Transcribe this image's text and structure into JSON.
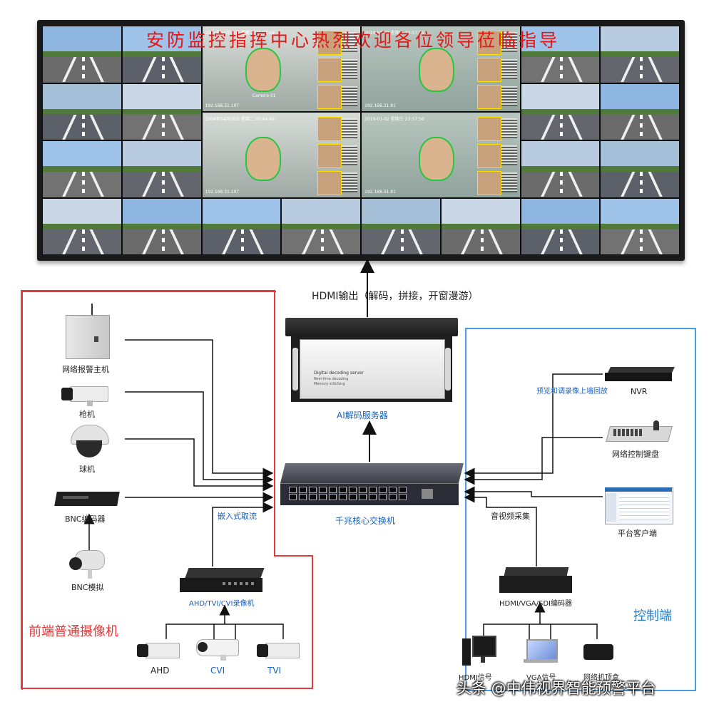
{
  "banner": "安防监控指挥中心热烈欢迎各位领导莅临指导",
  "hdmi_label": "HDMI输出（解码，拼接，开窗漫游）",
  "server": {
    "label": "AI解码服务器",
    "panel_line1": "Digital decoding server",
    "panel_line2": "Real-time decoding",
    "panel_line3": "Memory stitching"
  },
  "switch_label": "千兆核心交换机",
  "front": {
    "title": "前端普通摄像机",
    "alarm_host": "网络报警主机",
    "gun_camera": "枪机",
    "dome_camera": "球机",
    "bnc_encoder": "BNC编码器",
    "bnc_analog": "BNC模拟",
    "embedded_stream": "嵌入式取流",
    "recorder": "AHD/TVI/CVI录像机",
    "ahd": "AHD",
    "cvi": "CVI",
    "tvi": "TVI"
  },
  "control": {
    "title": "控制端",
    "nvr": "NVR",
    "nvr_note": "预览和调录像上墙回放",
    "keyboard": "网络控制键盘",
    "client": "平台客户端",
    "av_capture": "音视频采集",
    "encoder": "HDMI/VGA/SDI编码器",
    "hdmi_signal": "HDMI信号",
    "vga_signal": "VGA信号",
    "tv_box": "网络机顶盒"
  },
  "overlay": {
    "camera_tag": "Camera 01",
    "timestamp1": "2004年04月06日 星期二 00:44:49",
    "timestamp2": "2019-01-02 星期三 23:57:56",
    "ip1": "192.168.31.107",
    "ip2": "192.168.31.81"
  },
  "watermark": "头条 @中伟视界智能预警平台",
  "colors": {
    "front_border": "#e8383a",
    "control_border": "#4a9ee0",
    "banner": "#e01818",
    "accent_blue": "#1560c0"
  }
}
